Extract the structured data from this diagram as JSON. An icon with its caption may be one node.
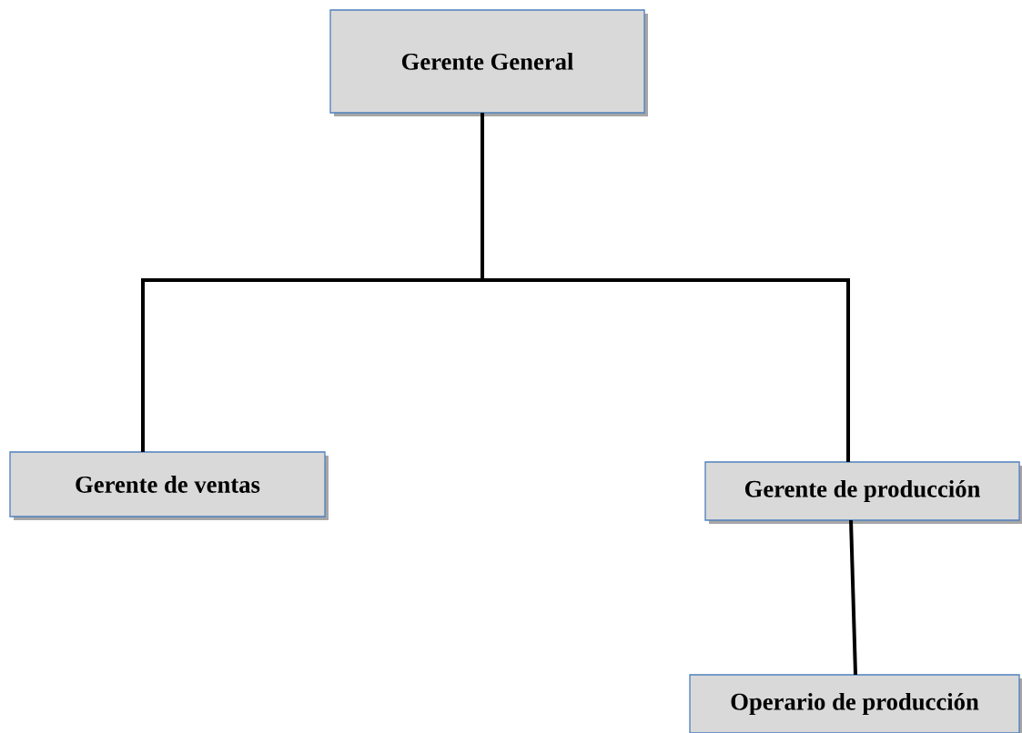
{
  "diagram": {
    "nodes": [
      {
        "text": [
          "Gerente General"
        ]
      },
      {
        "text": [
          "Gerente de ventas"
        ]
      },
      {
        "text": [
          "Gerente de producción"
        ]
      },
      {
        "text": [
          "Operario de producción"
        ]
      }
    ],
    "edges": [
      {
        "from": 0,
        "to": 1,
        "arrow": "none"
      },
      {
        "from": 0,
        "to": 2,
        "arrow": "none"
      },
      {
        "from": 2,
        "to": 3,
        "arrow": "none"
      }
    ]
  }
}
